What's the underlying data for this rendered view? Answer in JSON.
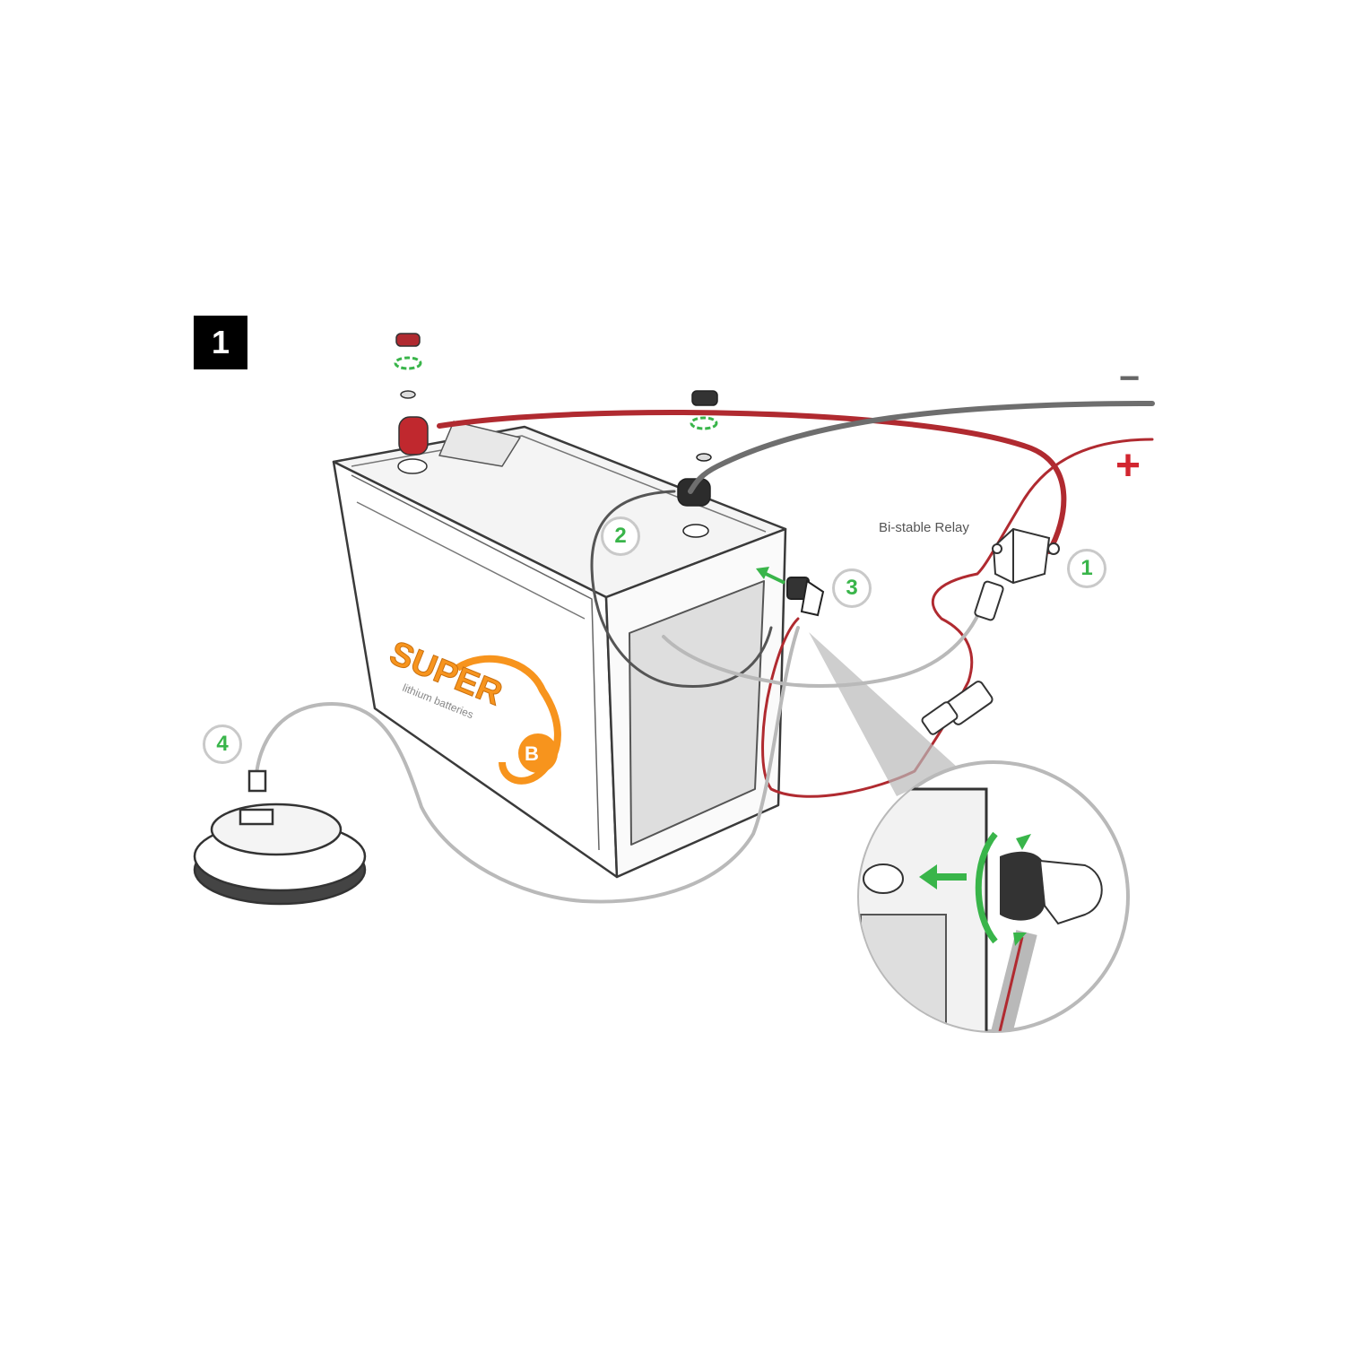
{
  "step_number": "1",
  "relay_label": "Bi-stable Relay",
  "polarity": {
    "negative": "−",
    "positive": "+"
  },
  "callouts": [
    "1",
    "2",
    "3",
    "4"
  ],
  "logo": {
    "brand": "SUPER B",
    "tagline": "lithium batteries"
  },
  "colors": {
    "red_cable": "#b02a30",
    "grey_cable": "#6e6e6e",
    "light_cable": "#b9b9b9",
    "green_arrow": "#39b54a",
    "orange_logo": "#f7941d",
    "outline": "#3a3a3a"
  }
}
